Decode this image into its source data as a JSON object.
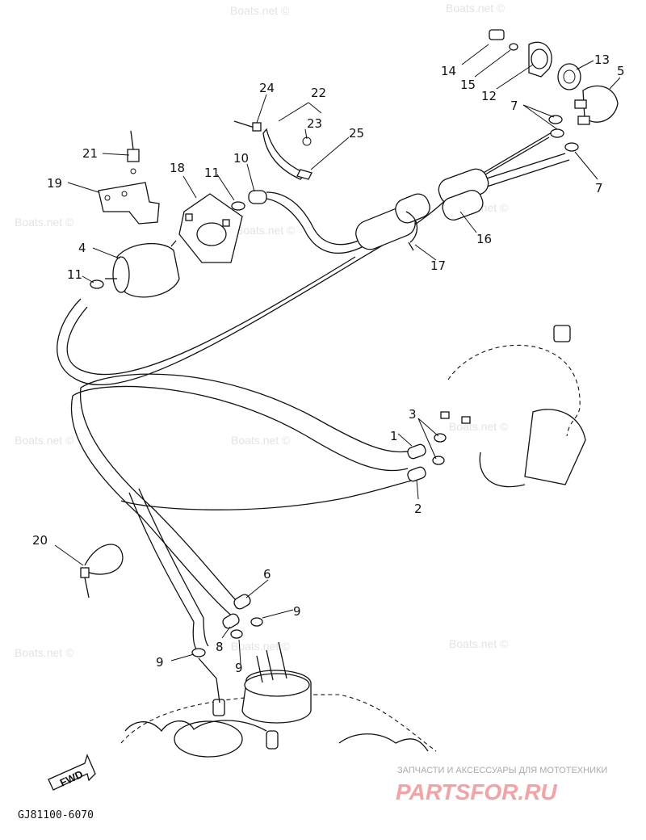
{
  "callouts": [
    "1",
    "2",
    "3",
    "4",
    "5",
    "6",
    "7",
    "8",
    "9",
    "10",
    "11",
    "12",
    "13",
    "14",
    "15",
    "16",
    "17",
    "18",
    "19",
    "20",
    "21",
    "22",
    "23",
    "24",
    "25"
  ],
  "watermark": "Boats.net ©",
  "forward_arrow_label": "FWD",
  "drawing_code": "GJ81100-6070",
  "brand": {
    "tagline": "ЗАПЧАСТИ И АКСЕССУАРЫ ДЛЯ МОТОТЕХНИКИ",
    "name": "PARTSFOR.RU",
    "color": "#f6a1a4"
  }
}
